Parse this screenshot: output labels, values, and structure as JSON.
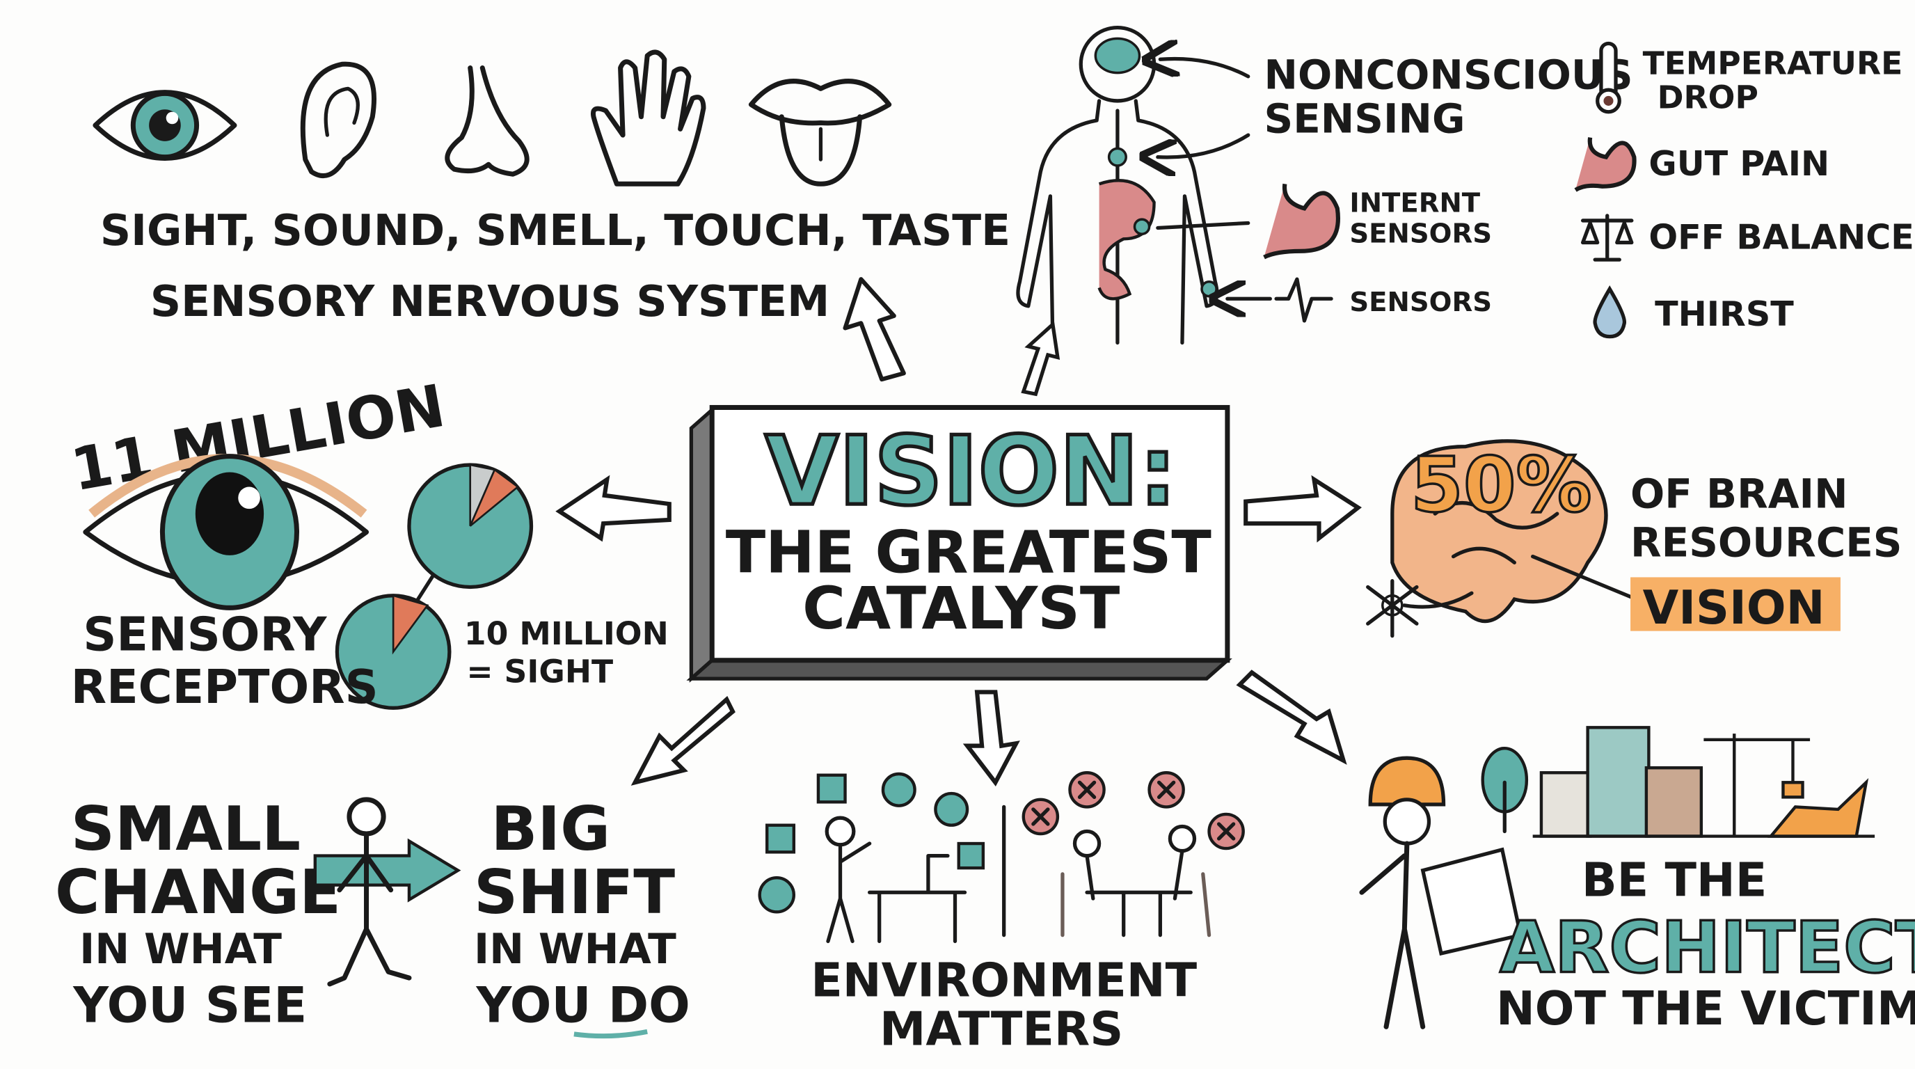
{
  "colors": {
    "teal": "#5fb0a8",
    "orange": "#f2a24a",
    "salmon": "#e07a5a",
    "pink": "#d98a8a",
    "skin": "#f5cfae",
    "ink": "#1a1a1a",
    "water": "#a9c7dc",
    "gray": "#c9cccc"
  },
  "senses": {
    "icons": [
      "eye-icon",
      "ear-icon",
      "nose-icon",
      "hand-icon",
      "tongue-icon"
    ],
    "line1": "SIGHT, SOUND, SMELL, TOUCH, TASTE",
    "line2": "SENSORY NERVOUS SYSTEM"
  },
  "body": {
    "title1": "NONCONSCIOUS",
    "title2": "SENSING",
    "internal1": "INTERNT",
    "internal2": "SENSORS",
    "sensors": "SENSORS"
  },
  "signals": [
    {
      "icon": "thermometer-icon",
      "line1": "TEMPERATURE",
      "line2": "DROP"
    },
    {
      "icon": "stomach-icon",
      "line1": "GUT PAIN"
    },
    {
      "icon": "scale-icon",
      "line1": "OFF BALANCE"
    },
    {
      "icon": "water-drop-icon",
      "line1": "THIRST"
    }
  ],
  "center": {
    "title": "VISION:",
    "sub1": "THE GREATEST",
    "sub2": "CATALYST"
  },
  "receptors": {
    "headline": "11 MILLION",
    "label1": "SENSORY",
    "label2": "RECEPTORS",
    "sight1": "10 MILLION",
    "sight2": "= SIGHT"
  },
  "brain": {
    "percent": "50%",
    "line1": "OF BRAIN",
    "line2": "RESOURCES",
    "highlight": "VISION"
  },
  "change": {
    "left1": "SMALL",
    "left2": "CHANGE",
    "left3": "IN WHAT",
    "left4": "YOU SEE",
    "right1": "BIG",
    "right2": "SHIFT",
    "right3": "IN WHAT",
    "right4a": "YOU ",
    "right4b": "DO"
  },
  "environment": {
    "line1": "ENVIRONMENT",
    "line2": "MATTERS"
  },
  "architect": {
    "line1": "BE THE",
    "line2": "ARCHITECT",
    "line3": "NOT THE VICTIM"
  }
}
